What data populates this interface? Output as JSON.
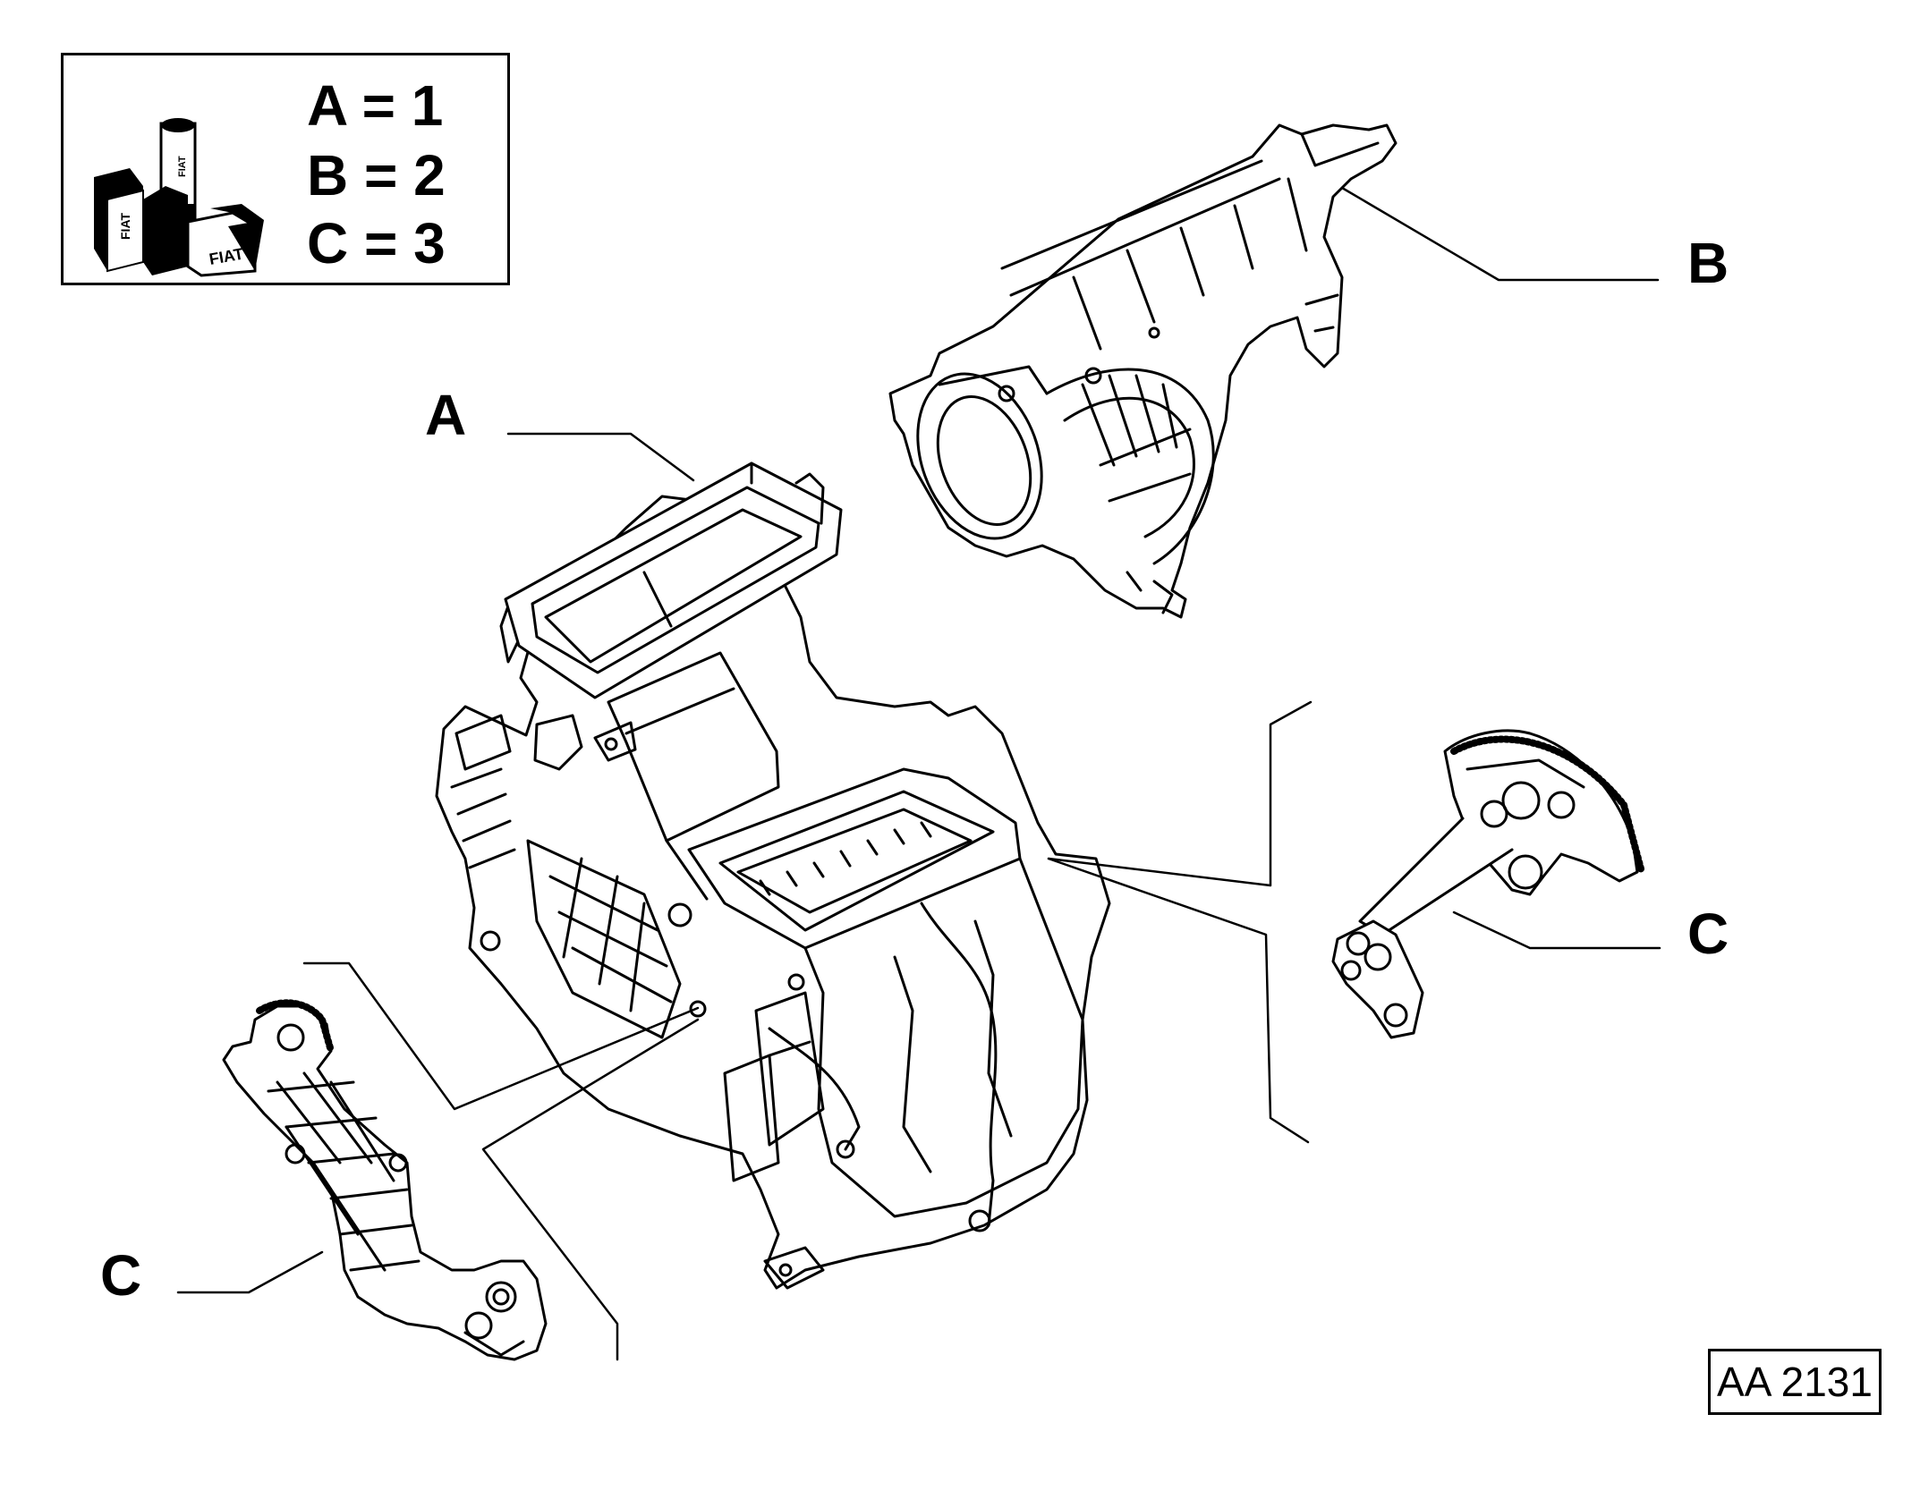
{
  "legend": {
    "items": [
      {
        "letter": "A",
        "text": "A = 1"
      },
      {
        "letter": "B",
        "text": "B = 2"
      },
      {
        "letter": "C",
        "text": "C = 3"
      }
    ],
    "icon": "fiat-parts-boxes-icon",
    "icon_text": "FIAT"
  },
  "callouts": {
    "a": "A",
    "b": "B",
    "c_right": "C",
    "c_left": "C"
  },
  "parts": {
    "a": "heater-housing-assembly",
    "b": "blower-housing",
    "c": "air-flap-control-lever"
  },
  "reference": "AA 2131",
  "colors": {
    "ink": "#000000",
    "paper": "#ffffff"
  }
}
